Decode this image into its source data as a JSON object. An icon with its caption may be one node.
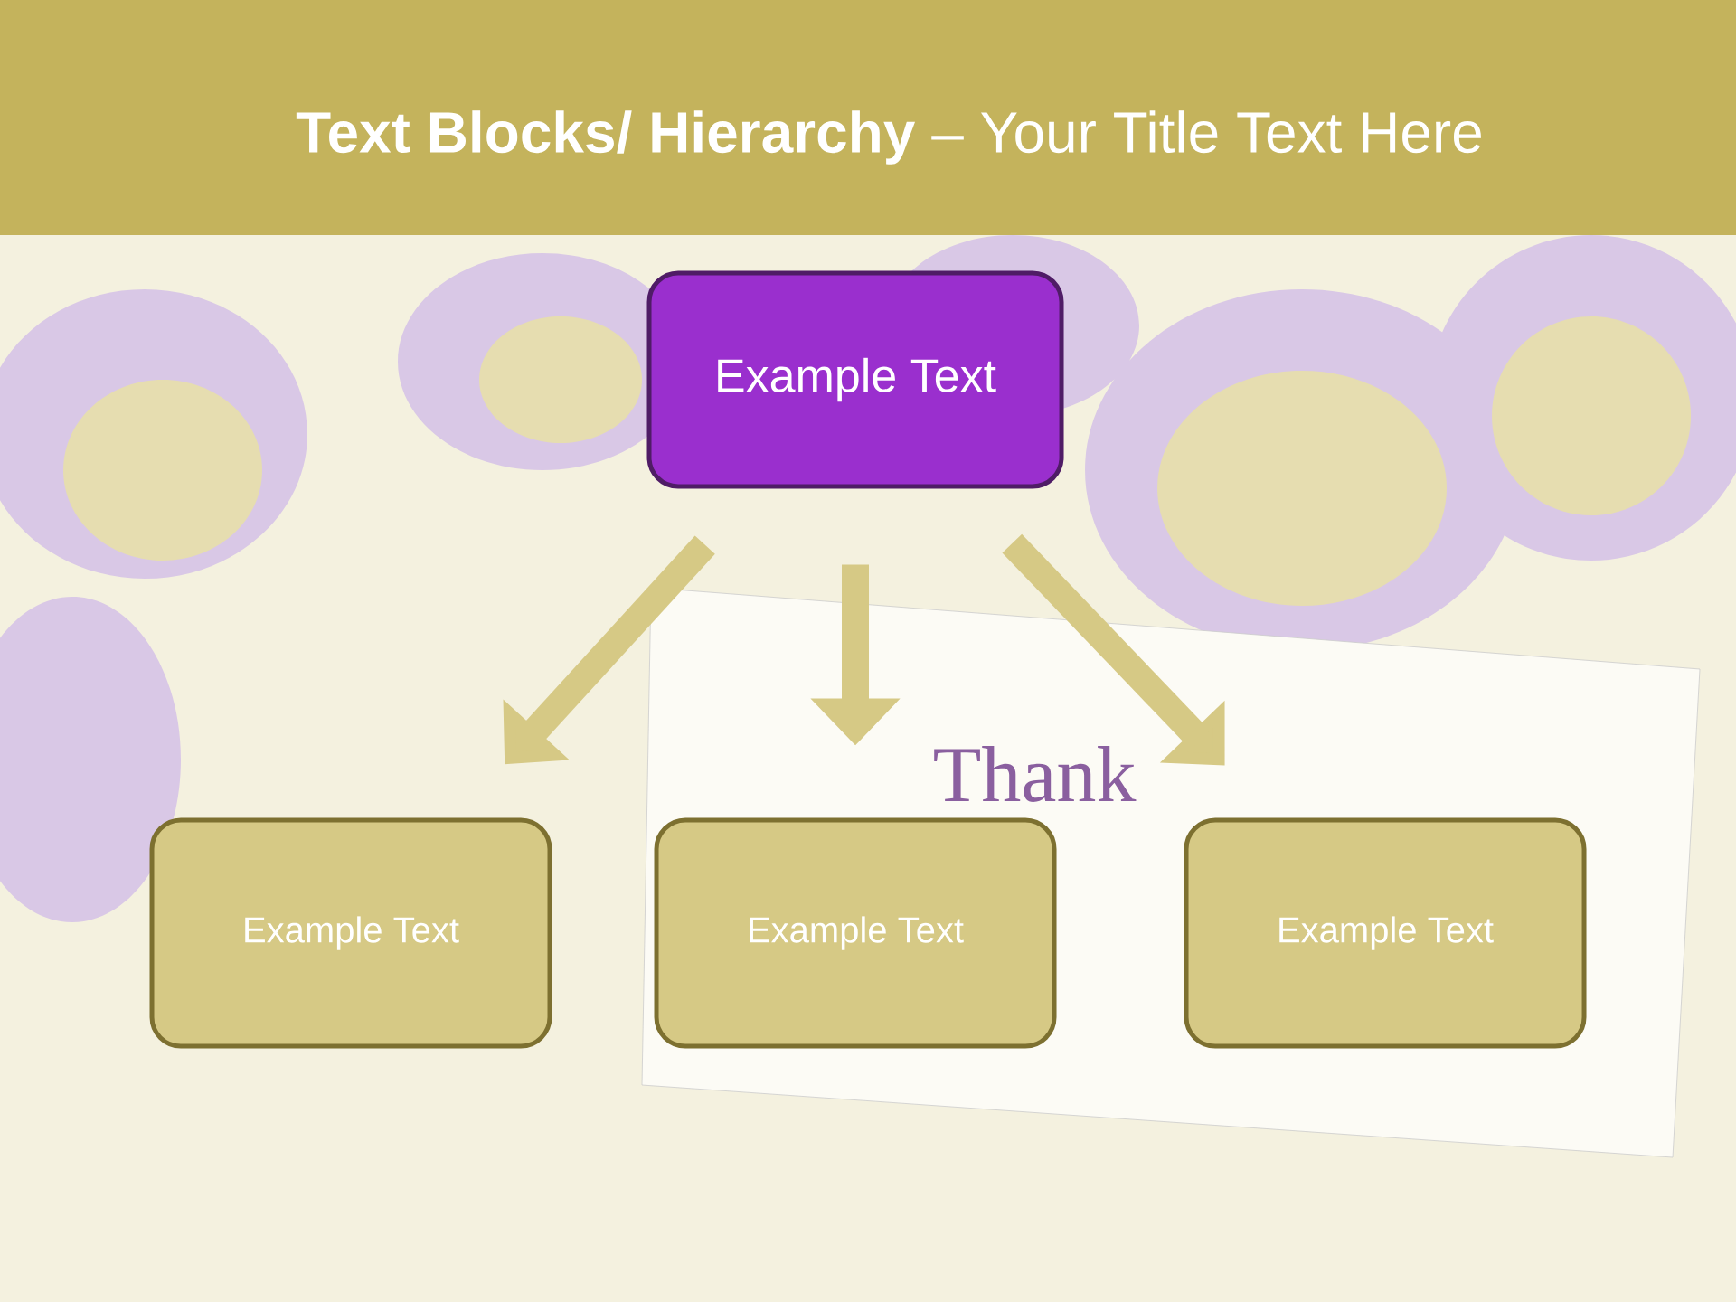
{
  "diagram": {
    "title": "**Text Blocks/ Hierarchy** – Your Title Text Here",
    "nodes": [
      {
        "text": [
          "Example Text"
        ]
      },
      {
        "text": [
          "Example Text"
        ]
      },
      {
        "text": [
          "Example Text"
        ]
      },
      {
        "text": [
          "Example Text"
        ]
      }
    ],
    "edges": [
      {
        "from": 0,
        "to": 1,
        "arrow": "to"
      },
      {
        "from": 0,
        "to": 2,
        "arrow": "to"
      },
      {
        "from": 0,
        "to": 3,
        "arrow": "to"
      }
    ],
    "labels": [
      "Thank"
    ]
  }
}
